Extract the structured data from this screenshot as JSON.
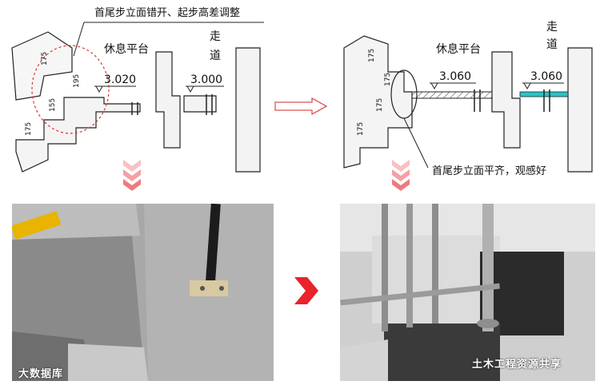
{
  "left_diagram": {
    "callout_top": "首尾步立面错开、起步高差调整",
    "platform_label": "休息平台",
    "corridor_label_1": "走",
    "corridor_label_2": "道",
    "elev_platform": "3.020",
    "elev_corridor": "3.000",
    "dims": [
      "175",
      "195",
      "155",
      "175"
    ]
  },
  "right_diagram": {
    "platform_label": "休息平台",
    "corridor_label_1": "走",
    "corridor_label_2": "道",
    "elev_platform": "3.060",
    "elev_corridor": "3.060",
    "callout_bottom": "首尾步立面平齐，观感好",
    "dims": [
      "175",
      "175",
      "175",
      "175"
    ]
  },
  "watermark_left": "大数据库",
  "watermark_right": "土木工程资源共享",
  "colors": {
    "arrow_red": "#e8232a",
    "chevron_pink": "#f5a0a4",
    "cyan_strip": "#28c4c8",
    "dash_red": "#d9342b"
  }
}
